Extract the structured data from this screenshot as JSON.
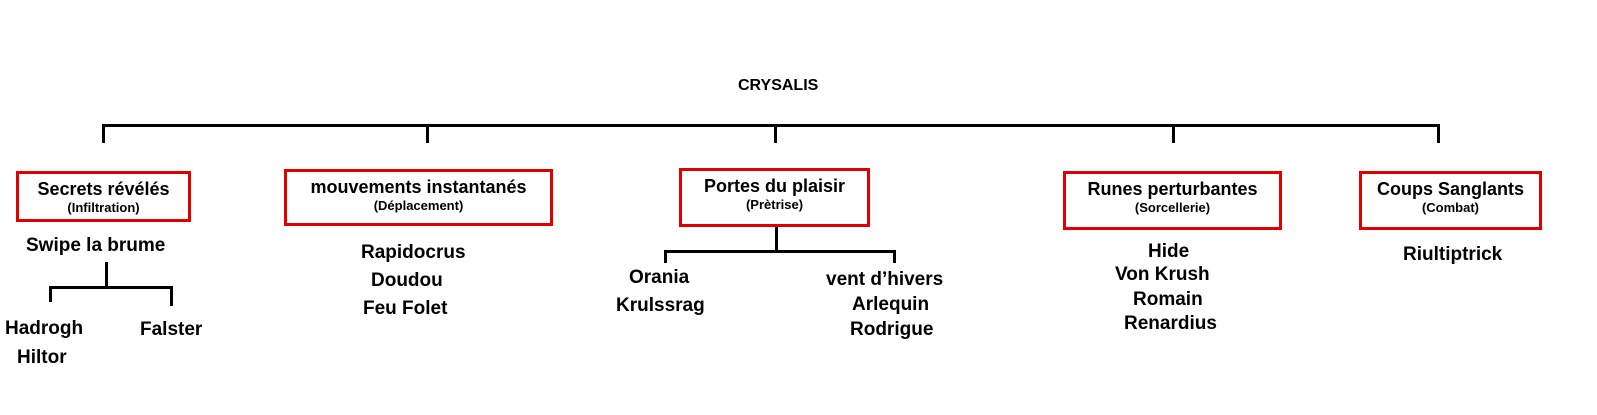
{
  "root": "CRYSALIS",
  "branches": [
    {
      "name": "Secrets révélés",
      "sub": "(Infiltration)",
      "members": [
        "Swipe la brume"
      ],
      "sub_members_left": [
        "Hadrogh",
        "Hiltor"
      ],
      "sub_members_right": [
        "Falster"
      ]
    },
    {
      "name": "mouvements instantanés",
      "sub": "(Déplacement)",
      "members": [
        "Rapidocrus",
        "Doudou",
        "Feu Folet"
      ]
    },
    {
      "name": "Portes du plaisir",
      "sub": "(Prètrise)",
      "members_left": [
        "Orania",
        "Krulssrag"
      ],
      "members_right": [
        "vent d’hivers",
        "Arlequin",
        "Rodrigue"
      ]
    },
    {
      "name": "Runes perturbantes",
      "sub": "(Sorcellerie)",
      "members": [
        "Hide",
        "Von Krush",
        "Romain",
        "Renardius"
      ]
    },
    {
      "name": "Coups Sanglants",
      "sub": "(Combat)",
      "members": [
        "Riultiptrick"
      ]
    }
  ],
  "colors": {
    "box_border": "#e00000",
    "lines": "#000000"
  }
}
